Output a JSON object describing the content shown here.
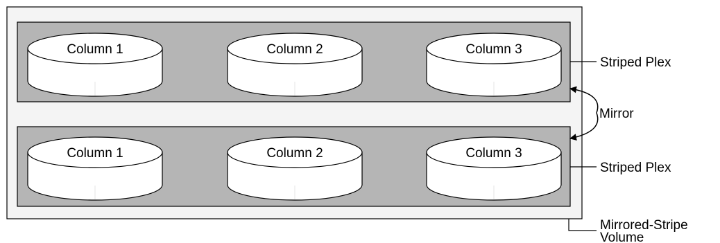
{
  "colors": {
    "volume_fill": "#f4f4f4",
    "plex_fill": "#b5b5b5",
    "disk_fill": "#ffffff",
    "stroke": "#000000"
  },
  "plexes": [
    {
      "columns": [
        "Column 1",
        "Column 2",
        "Column 3"
      ],
      "label": "Striped Plex"
    },
    {
      "columns": [
        "Column 1",
        "Column 2",
        "Column 3"
      ],
      "label": "Striped Plex"
    }
  ],
  "mirror_label": "Mirror",
  "volume_label": [
    "Mirrored-Stripe",
    "Volume"
  ]
}
